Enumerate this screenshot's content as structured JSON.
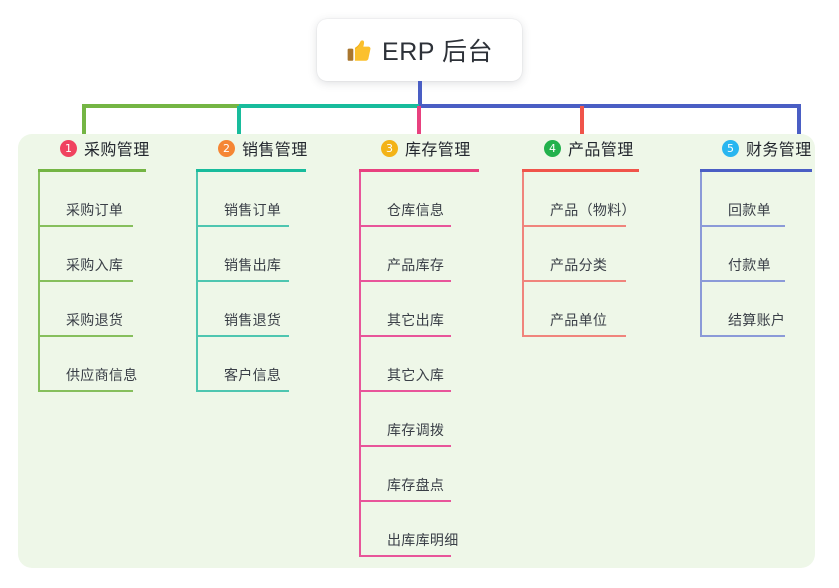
{
  "root": {
    "title": "ERP 后台",
    "icon": "thumbs-up-icon"
  },
  "palette": {
    "panel_bg": "#eef7e8",
    "page_bg": "#ffffff",
    "trunk": "#4a5ec4",
    "text": "#3a3f47",
    "title_text": "#23272e"
  },
  "columns": [
    {
      "number": "1",
      "title": "采购管理",
      "badge_color": "#f0425f",
      "rule_color": "#74b544",
      "line_color": "#86bf5c",
      "items": [
        "采购订单",
        "采购入库",
        "采购退货",
        "供应商信息"
      ]
    },
    {
      "number": "2",
      "title": "销售管理",
      "badge_color": "#f58634",
      "rule_color": "#18bc9c",
      "line_color": "#4ec6b0",
      "items": [
        "销售订单",
        "销售出库",
        "销售退货",
        "客户信息"
      ]
    },
    {
      "number": "3",
      "title": "库存管理",
      "badge_color": "#f3b317",
      "rule_color": "#e8417f",
      "line_color": "#e8559a",
      "items": [
        "仓库信息",
        "产品库存",
        "其它出库",
        "其它入库",
        "库存调拨",
        "库存盘点",
        "出库库明细"
      ]
    },
    {
      "number": "4",
      "title": "产品管理",
      "badge_color": "#22b14c",
      "rule_color": "#f0544a",
      "line_color": "#f0847c",
      "items": [
        "产品（物料）",
        "产品分类",
        "产品单位"
      ]
    },
    {
      "number": "5",
      "title": "财务管理",
      "badge_color": "#29b6f0",
      "rule_color": "#4a5ec4",
      "line_color": "#8b9ad8",
      "items": [
        "回款单",
        "付款单",
        "结算账户"
      ]
    }
  ],
  "layout": {
    "column_left": [
      38,
      196,
      359,
      522,
      700
    ],
    "head_rule_width": [
      108,
      110,
      120,
      117,
      112
    ],
    "item_rule_width": [
      95,
      93,
      92,
      104,
      85
    ]
  }
}
